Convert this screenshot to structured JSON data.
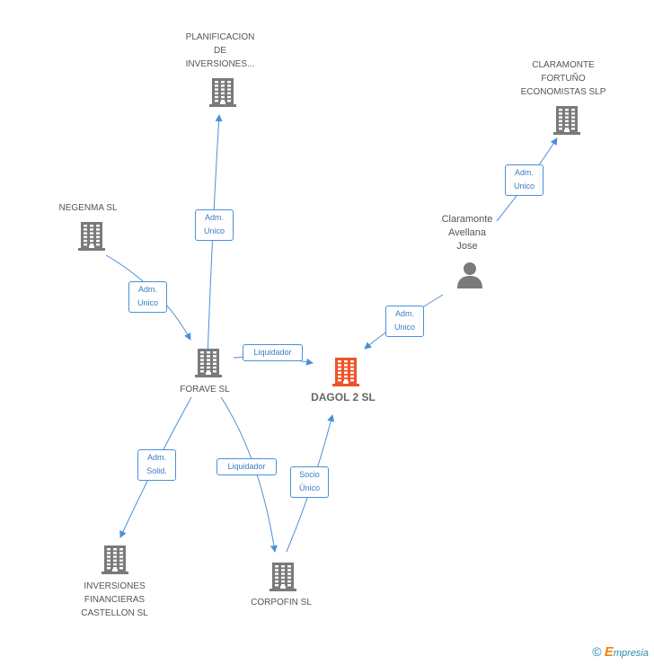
{
  "colors": {
    "building": "#7a7a7a",
    "main_building": "#f0522a",
    "edge": "#4a90d9",
    "edge_text": "#3a7cc6",
    "person": "#7a7a7a"
  },
  "nodes": {
    "planificacion": {
      "label": "PLANIFICACION\nDE\nINVERSIONES...",
      "icon": "building-icon"
    },
    "claramonte_fortuno": {
      "label": "CLARAMONTE\nFORTUÑO\nECONOMISTAS SLP",
      "icon": "building-icon"
    },
    "negenma": {
      "label": "NEGENMA SL",
      "icon": "building-icon"
    },
    "claramonte_person": {
      "label": "Claramonte\nAvellana\nJose",
      "icon": "person-icon"
    },
    "forave": {
      "label": "FORAVE SL",
      "icon": "building-icon"
    },
    "dagol": {
      "label": "DAGOL 2 SL",
      "icon": "building-icon"
    },
    "inversiones_financieras": {
      "label": "INVERSIONES\nFINANCIERAS\nCASTELLON SL",
      "icon": "building-icon"
    },
    "corpofin": {
      "label": "CORPOFIN SL",
      "icon": "building-icon"
    }
  },
  "edges": {
    "forave_planificacion": "Adm.\nUnico",
    "person_claramonte_fortuno": "Adm.\nUnico",
    "negenma_forave": "Adm.\nUnico",
    "person_dagol": "Adm.\nUnico",
    "forave_dagol": "Liquidador",
    "forave_inversiones": "Adm.\nSolid.",
    "forave_corpofin": "Liquidador",
    "corpofin_dagol": "Socio\nÚnico"
  },
  "footer": {
    "copyright_symbol": "©",
    "brand_initial": "E",
    "brand_rest": "mpresia"
  }
}
